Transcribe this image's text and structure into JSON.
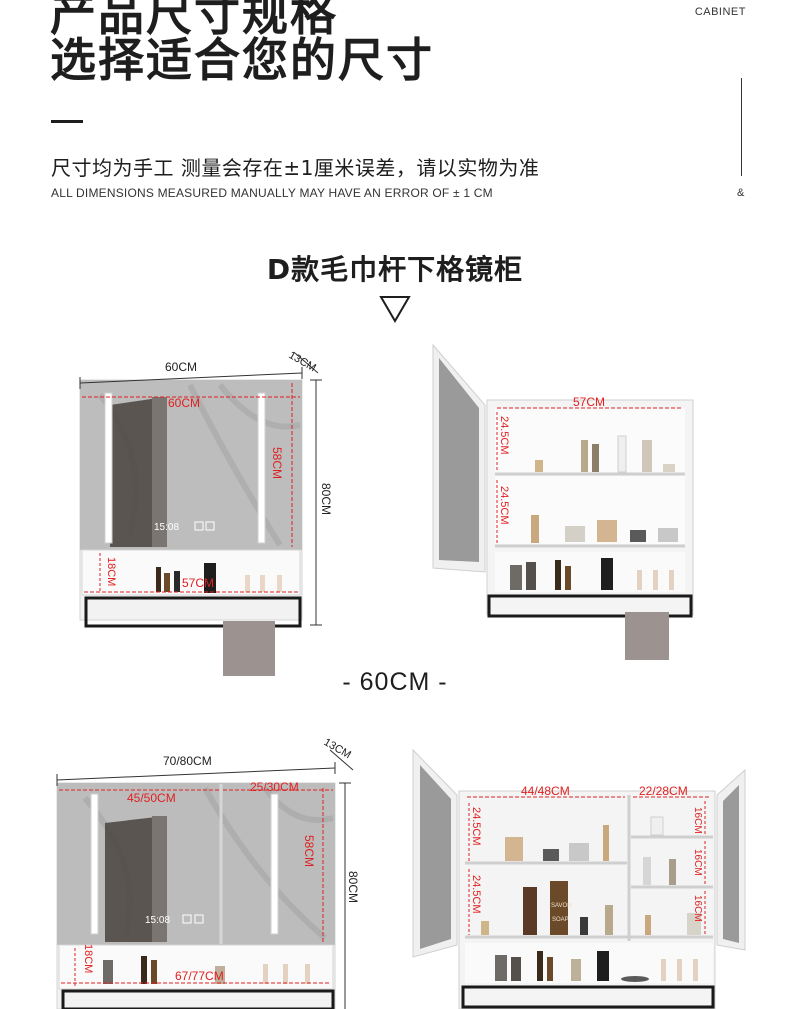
{
  "header": {
    "title_top": "产品尺寸规格",
    "title_main": "选择适合您的尺寸",
    "cabinet_word": "CABINET",
    "amp": "&"
  },
  "note": {
    "cn": "尺寸均为手工 测量会存在±1厘米误差，请以实物为准",
    "en": "ALL DIMENSIONS MEASURED MANUALLY MAY HAVE AN ERROR OF ± 1 CM"
  },
  "section": {
    "title": "D款毛巾杆下格镜柜",
    "size_label": "- 60CM -"
  },
  "fig60_front": {
    "width": "60CM",
    "depth": "13CM",
    "mirror_width": "60CM",
    "mirror_height": "58CM",
    "height": "80CM",
    "shelf_height": "18CM",
    "shelf_width": "57CM",
    "clock": "15:08"
  },
  "fig60_open": {
    "inner_width": "57CM",
    "upper": "24.5CM",
    "lower": "24.5CM"
  },
  "fig70_front": {
    "width": "70/80CM",
    "depth": "13CM",
    "left_door": "45/50CM",
    "right_door": "25/30CM",
    "mirror_height": "58CM",
    "height": "80CM",
    "shelf_height": "18CM",
    "shelf_width": "67/77CM",
    "clock": "15:08"
  },
  "fig70_open": {
    "left_width": "44/48CM",
    "right_width": "22/28CM",
    "upper": "24.5CM",
    "lower": "24.5CM",
    "r1": "16CM",
    "r2": "16CM",
    "r3": "16CM",
    "bottle_label_1": "SAVON",
    "bottle_label_2": "SOAP"
  },
  "colors": {
    "dimension_red": "#e02020",
    "text_dark": "#1e1e1e",
    "frame": "#eeeeee",
    "marble": "#b9b9b9"
  }
}
